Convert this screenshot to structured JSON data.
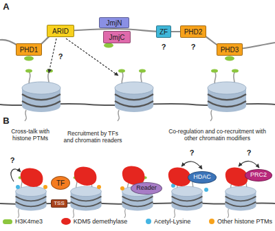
{
  "diagram": {
    "nodes": [
      {
        "text": [
          "PHD1"
        ]
      },
      {
        "text": [
          "ARID"
        ]
      },
      {
        "text": [
          "JmjN"
        ]
      },
      {
        "text": [
          "JmjC"
        ]
      },
      {
        "text": [
          "ZF"
        ]
      },
      {
        "text": [
          "PHD2"
        ]
      },
      {
        "text": [
          "PHD3"
        ]
      },
      {
        "text": [
          "TF"
        ]
      },
      {
        "text": [
          "TSS"
        ]
      },
      {
        "text": [
          "Reader"
        ]
      },
      {
        "text": [
          "HDAC"
        ]
      },
      {
        "text": [
          "PRC2"
        ]
      }
    ],
    "labels": [
      "A",
      "?",
      "?",
      "?",
      "B",
      "Cross-talk with histone PTMs",
      "Recruitment by TFs and chromatin readers",
      "Co-regulation and co-recruitment with other chromatin modifiers",
      "?",
      "?",
      "?"
    ],
    "legend": [
      {
        "text": "H3K4me3",
        "color": "#8cc63e"
      },
      {
        "text": "KDM5 demethylase",
        "color": "#e5261f"
      },
      {
        "text": "Acetyl-Lysine",
        "color": "#45b5e3"
      },
      {
        "text": "Other histone PTMs",
        "color": "#f7a21b"
      }
    ]
  }
}
